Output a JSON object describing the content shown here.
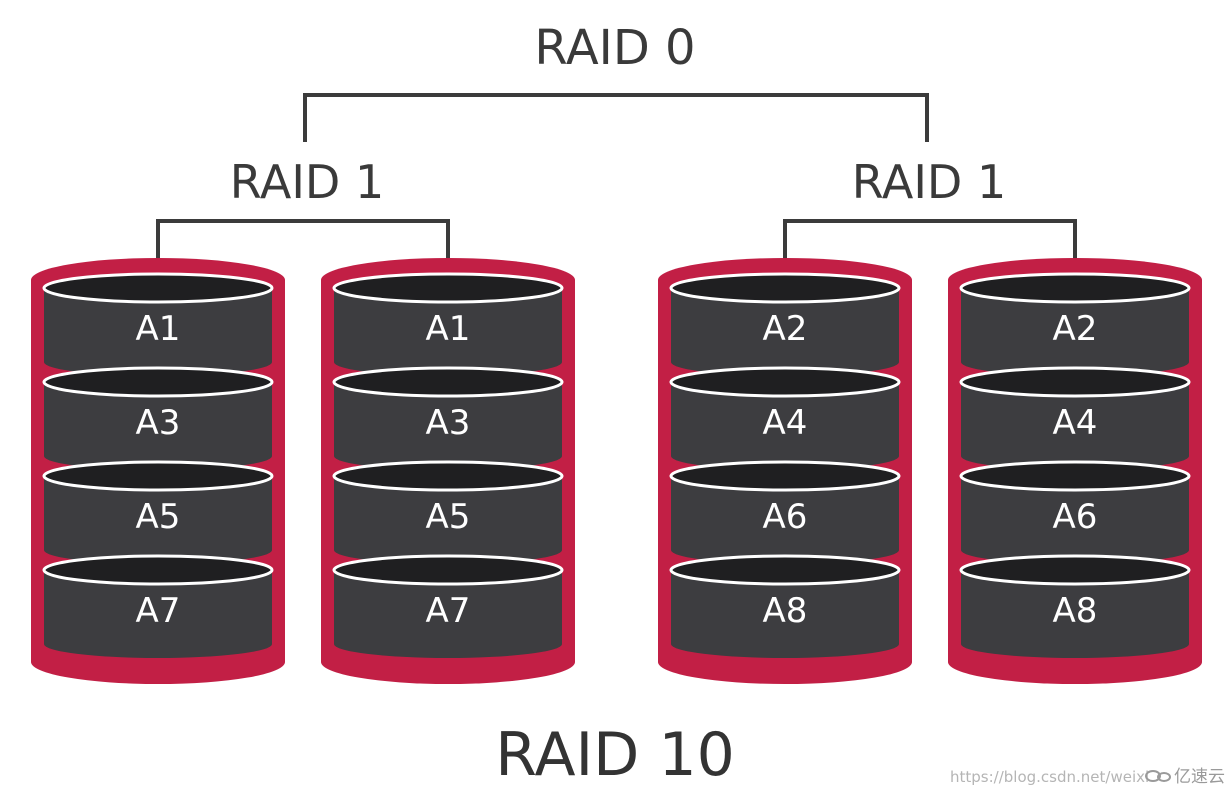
{
  "top_level": {
    "label": "RAID 0"
  },
  "mirror_groups": [
    {
      "label": "RAID 1",
      "disks": [
        {
          "blocks": [
            "A1",
            "A3",
            "A5",
            "A7"
          ]
        },
        {
          "blocks": [
            "A1",
            "A3",
            "A5",
            "A7"
          ]
        }
      ]
    },
    {
      "label": "RAID 1",
      "disks": [
        {
          "blocks": [
            "A2",
            "A4",
            "A6",
            "A8"
          ]
        },
        {
          "blocks": [
            "A2",
            "A4",
            "A6",
            "A8"
          ]
        }
      ]
    }
  ],
  "caption": "RAID 10",
  "watermark": {
    "url": "https://blog.csdn.net/weixi",
    "brand": "亿速云"
  },
  "colors": {
    "disk_casing": "#c21f45",
    "platter_body": "#3d3d40",
    "platter_top": "#1f1f21",
    "platter_rim": "#ffffff",
    "connector": "#3b3b3b",
    "text": "#3a3a3a"
  }
}
